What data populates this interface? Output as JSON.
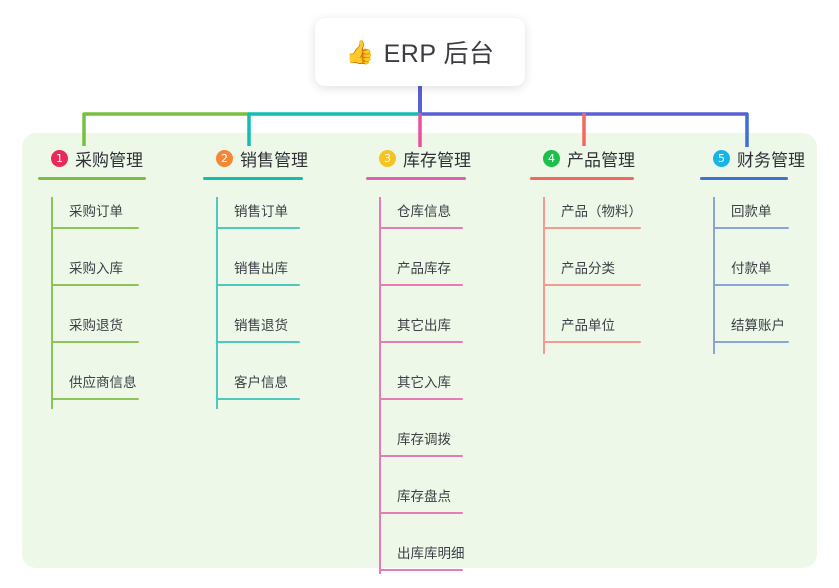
{
  "root": {
    "emoji": "👍",
    "emoji_name": "thumbs-up-icon",
    "label": "ERP 后台"
  },
  "palette": {
    "panel_bg": "#eef8e9",
    "page_bg": "#ffffff",
    "stem": "#5b5fd6",
    "branch_green": "#79bf43",
    "branch_teal": "#14bdad",
    "branch_purple": "#5b5fd6",
    "branch_pink": "#ec4f9c",
    "branch_red": "#f4685f",
    "branch_blue": "#3f6fd4"
  },
  "columns": [
    {
      "index": "1",
      "title": "采购管理",
      "badge_color": "#e8295a",
      "rule_color": "#79bf43",
      "line_color": "#8cc557",
      "items": [
        "采购订单",
        "采购入库",
        "采购退货",
        "供应商信息"
      ]
    },
    {
      "index": "2",
      "title": "销售管理",
      "badge_color": "#f58634",
      "rule_color": "#14bdad",
      "line_color": "#4dc9bd",
      "items": [
        "销售订单",
        "销售出库",
        "销售退货",
        "客户信息"
      ]
    },
    {
      "index": "3",
      "title": "库存管理",
      "badge_color": "#f6c324",
      "rule_color": "#e05fb0",
      "line_color": "#e87ab8",
      "items": [
        "仓库信息",
        "产品库存",
        "其它出库",
        "其它入库",
        "库存调拨",
        "库存盘点",
        "出库库明细"
      ]
    },
    {
      "index": "4",
      "title": "产品管理",
      "badge_color": "#1bbf4a",
      "rule_color": "#f4685f",
      "line_color": "#f59a93",
      "items": [
        "产品（物料）",
        "产品分类",
        "产品单位"
      ]
    },
    {
      "index": "5",
      "title": "财务管理",
      "badge_color": "#17b4e8",
      "rule_color": "#3f6fd4",
      "line_color": "#8aa5de",
      "items": [
        "回款单",
        "付款单",
        "结算账户"
      ]
    }
  ]
}
